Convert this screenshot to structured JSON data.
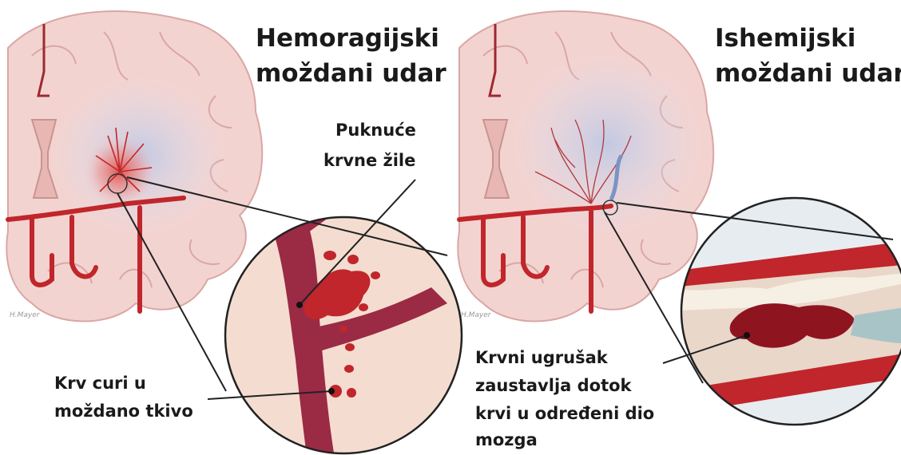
{
  "left_panel": {
    "title_line1": "Hemoragijski",
    "title_line2": "moždani udar",
    "label_rupture_line1": "Puknuće",
    "label_rupture_line2": "krvne žile",
    "label_bleed_line1": "Krv curi u",
    "label_bleed_line2": "moždano tkivo",
    "signature": "H.Mayer"
  },
  "right_panel": {
    "title_line1": "Ishemijski",
    "title_line2": "moždani udar",
    "label_clot_line1": "Krvni ugrušak",
    "label_clot_line2": "zaustavlja dotok",
    "label_clot_line3": "krvi u određeni dio",
    "label_clot_line4": "mozga",
    "signature": "H.Mayer"
  },
  "colors": {
    "brain_tissue": "#f3d3d0",
    "brain_outline": "#d9a7a4",
    "blood": "#c0262b",
    "dark_blood": "#8e1420",
    "ischemic_tint": "#cfd7ea",
    "text": "#1a1a1a"
  }
}
